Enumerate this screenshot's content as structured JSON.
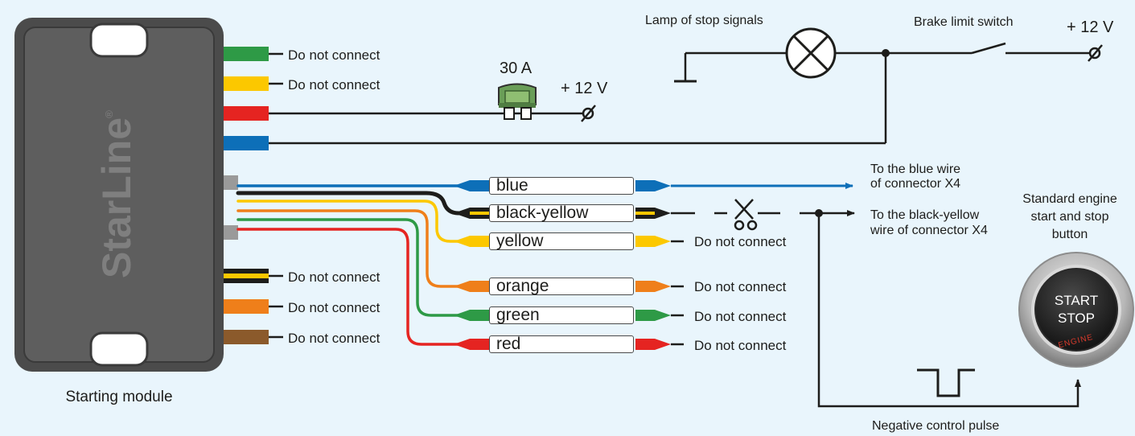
{
  "module": {
    "brand": "StarLine",
    "brand_mark": "®",
    "caption": "Starting module"
  },
  "left_wires": {
    "green": "Do not connect",
    "yellow": "Do not connect",
    "black_yellow": "Do not connect",
    "orange": "Do not connect",
    "brown": "Do not connect"
  },
  "fuse": {
    "rating": "30 A"
  },
  "power_label_fuse": "+ 12 V",
  "power_label_brake": "+ 12 V",
  "brake_circuit": {
    "lamp_label": "Lamp of stop signals",
    "switch_label": "Brake limit switch"
  },
  "harness_labels": [
    "blue",
    "black-yellow",
    "yellow",
    "orange",
    "green",
    "red"
  ],
  "harness_right": {
    "yellow": "Do not connect",
    "orange": "Do not connect",
    "green": "Do not connect",
    "red": "Do not connect"
  },
  "targets": {
    "blue_line1": "To the blue wire",
    "blue_line2": "of connector X4",
    "by_line1": "To the black-yellow",
    "by_line2": "wire of connector X4"
  },
  "engine_button": {
    "caption_line1": "Standard engine",
    "caption_line2": "start and stop",
    "caption_line3": "button",
    "start": "START",
    "stop": "STOP",
    "engine": "ENGINE"
  },
  "pulse_label": "Negative control pulse",
  "colors": {
    "background": "#e9f5fc",
    "module_body": "#5a5a5a",
    "green": "#2e9a46",
    "yellow": "#fcc800",
    "red": "#e52421",
    "blue": "#0d6fb8",
    "orange": "#ef7f1a",
    "brown": "#8b5a2b",
    "black": "#1d1d1b"
  }
}
